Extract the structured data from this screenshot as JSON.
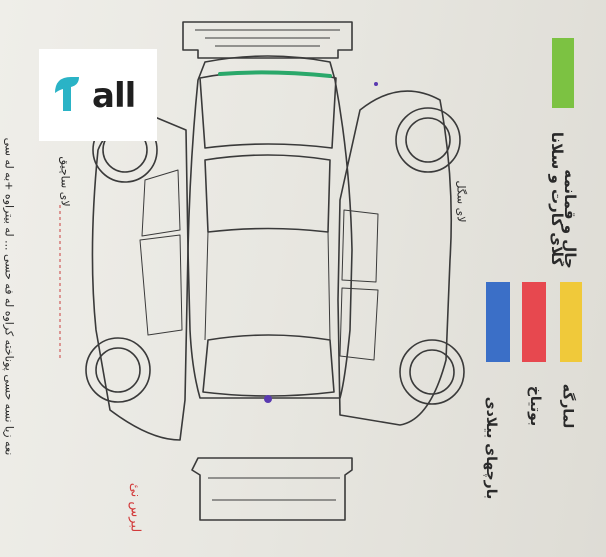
{
  "logo": {
    "text": "all",
    "mark": "teal-leaf-mark"
  },
  "legend": {
    "items": [
      {
        "label": "چال و قمانمه",
        "color": "#7cc242"
      },
      {
        "label": "کلای کارت و سلانا",
        "color": "#7cc242"
      },
      {
        "label": "لمارگه",
        "color": "#f0c93a"
      },
      {
        "label": "بوتیاخ",
        "color": "#e7484f"
      },
      {
        "label": "بارچهای بیلادی",
        "color": "#3b6fc7"
      }
    ]
  },
  "labels": {
    "left_side": "لای ساچیق",
    "center": "لای سگل",
    "bottom_red": "لبرس نئ",
    "margin_text": "نعه زیا نسه حسی پوناخته کراوه له فه حسی ... له بیتراوه +به له سی"
  },
  "marks": [
    {
      "name": "green-damage-mark",
      "color": "#2aa86a"
    },
    {
      "name": "purple-dot-mark",
      "color": "#5a3ab0"
    }
  ]
}
